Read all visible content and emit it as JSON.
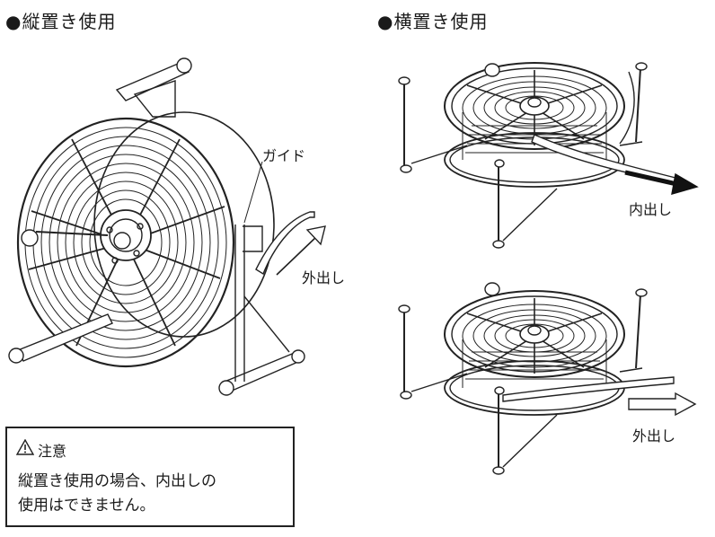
{
  "headings": {
    "vertical": "●縦置き使用",
    "horizontal": "●横置き使用"
  },
  "labels": {
    "guide": "ガイド",
    "outlet_vertical": "外出し",
    "inlet_horizontal": "内出し",
    "outlet_horizontal": "外出し"
  },
  "caution": {
    "icon": "warning-triangle-icon",
    "title": "注意",
    "line1": "縦置き使用の場合、内出しの",
    "line2": "使用はできません。"
  }
}
